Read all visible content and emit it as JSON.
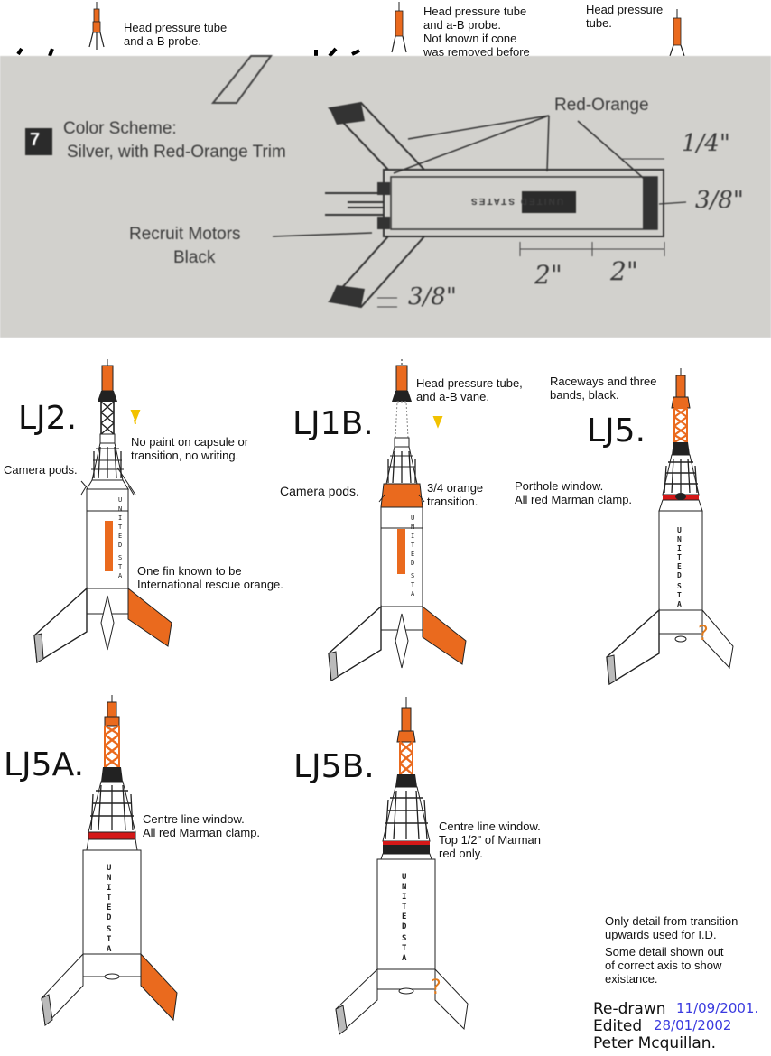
{
  "top_notes": {
    "lj1": "Head pressure tube\nand a-B probe.",
    "lj6": "Head pressure tube\nand a-B probe.\nNot known if cone\nwas removed before",
    "right": "Head pressure\ntube."
  },
  "scan": {
    "step_number": "7",
    "color_scheme_title": "Color Scheme:",
    "color_scheme_desc": "Silver, with Red-Orange Trim",
    "red_orange": "Red-Orange",
    "recruit_motors": "Recruit Motors",
    "black": "Black",
    "dim_quarter": "1/4\"",
    "dim_three_eighths_right": "3/8\"",
    "dim_three_eighths_fin": "3/8\"",
    "dim_two_a": "2\"",
    "dim_two_b": "2\"",
    "decal_text": "UNITED STATES"
  },
  "rockets": {
    "lj2": {
      "label": "LJ2.",
      "notes": {
        "top": "No paint on capsule or\ntransition, no writing.",
        "pods": "Camera pods.",
        "fin": "One fin known to be\nInternational rescue orange."
      }
    },
    "lj1b": {
      "label": "LJ1B.",
      "notes": {
        "top": "Head pressure tube,\nand a-B vane.",
        "pods": "Camera pods.",
        "transition": "3/4 orange\ntransition."
      }
    },
    "lj5": {
      "label": "LJ5.",
      "notes": {
        "top": "Raceways and three\nbands, black.",
        "window": "Porthole window.\nAll red Marman clamp."
      },
      "fin_mark": "?"
    },
    "lj5a": {
      "label": "LJ5A.",
      "notes": {
        "window": "Centre line window.\nAll red Marman clamp."
      }
    },
    "lj5b": {
      "label": "LJ5B.",
      "notes": {
        "window": "Centre line window.\nTop 1/2\" of Marman\nred only."
      },
      "fin_mark": "?"
    }
  },
  "footnotes": {
    "id_note": "Only detail from transition\nupwards used for I.D.",
    "axis_note": "Some detail shown out\nof correct axis to show\nexistance."
  },
  "credits": {
    "redrawn_label": "Re-drawn",
    "redrawn_date": "11/09/2001.",
    "edited_label": "Edited",
    "edited_date": "28/01/2002",
    "author": "Peter Mcquillan."
  },
  "colors": {
    "orange": "#ea6a1e",
    "red": "#d41818",
    "yellow": "#f2c200",
    "scan_bg": "#d2d1cd",
    "date_blue": "#3a3adf"
  }
}
